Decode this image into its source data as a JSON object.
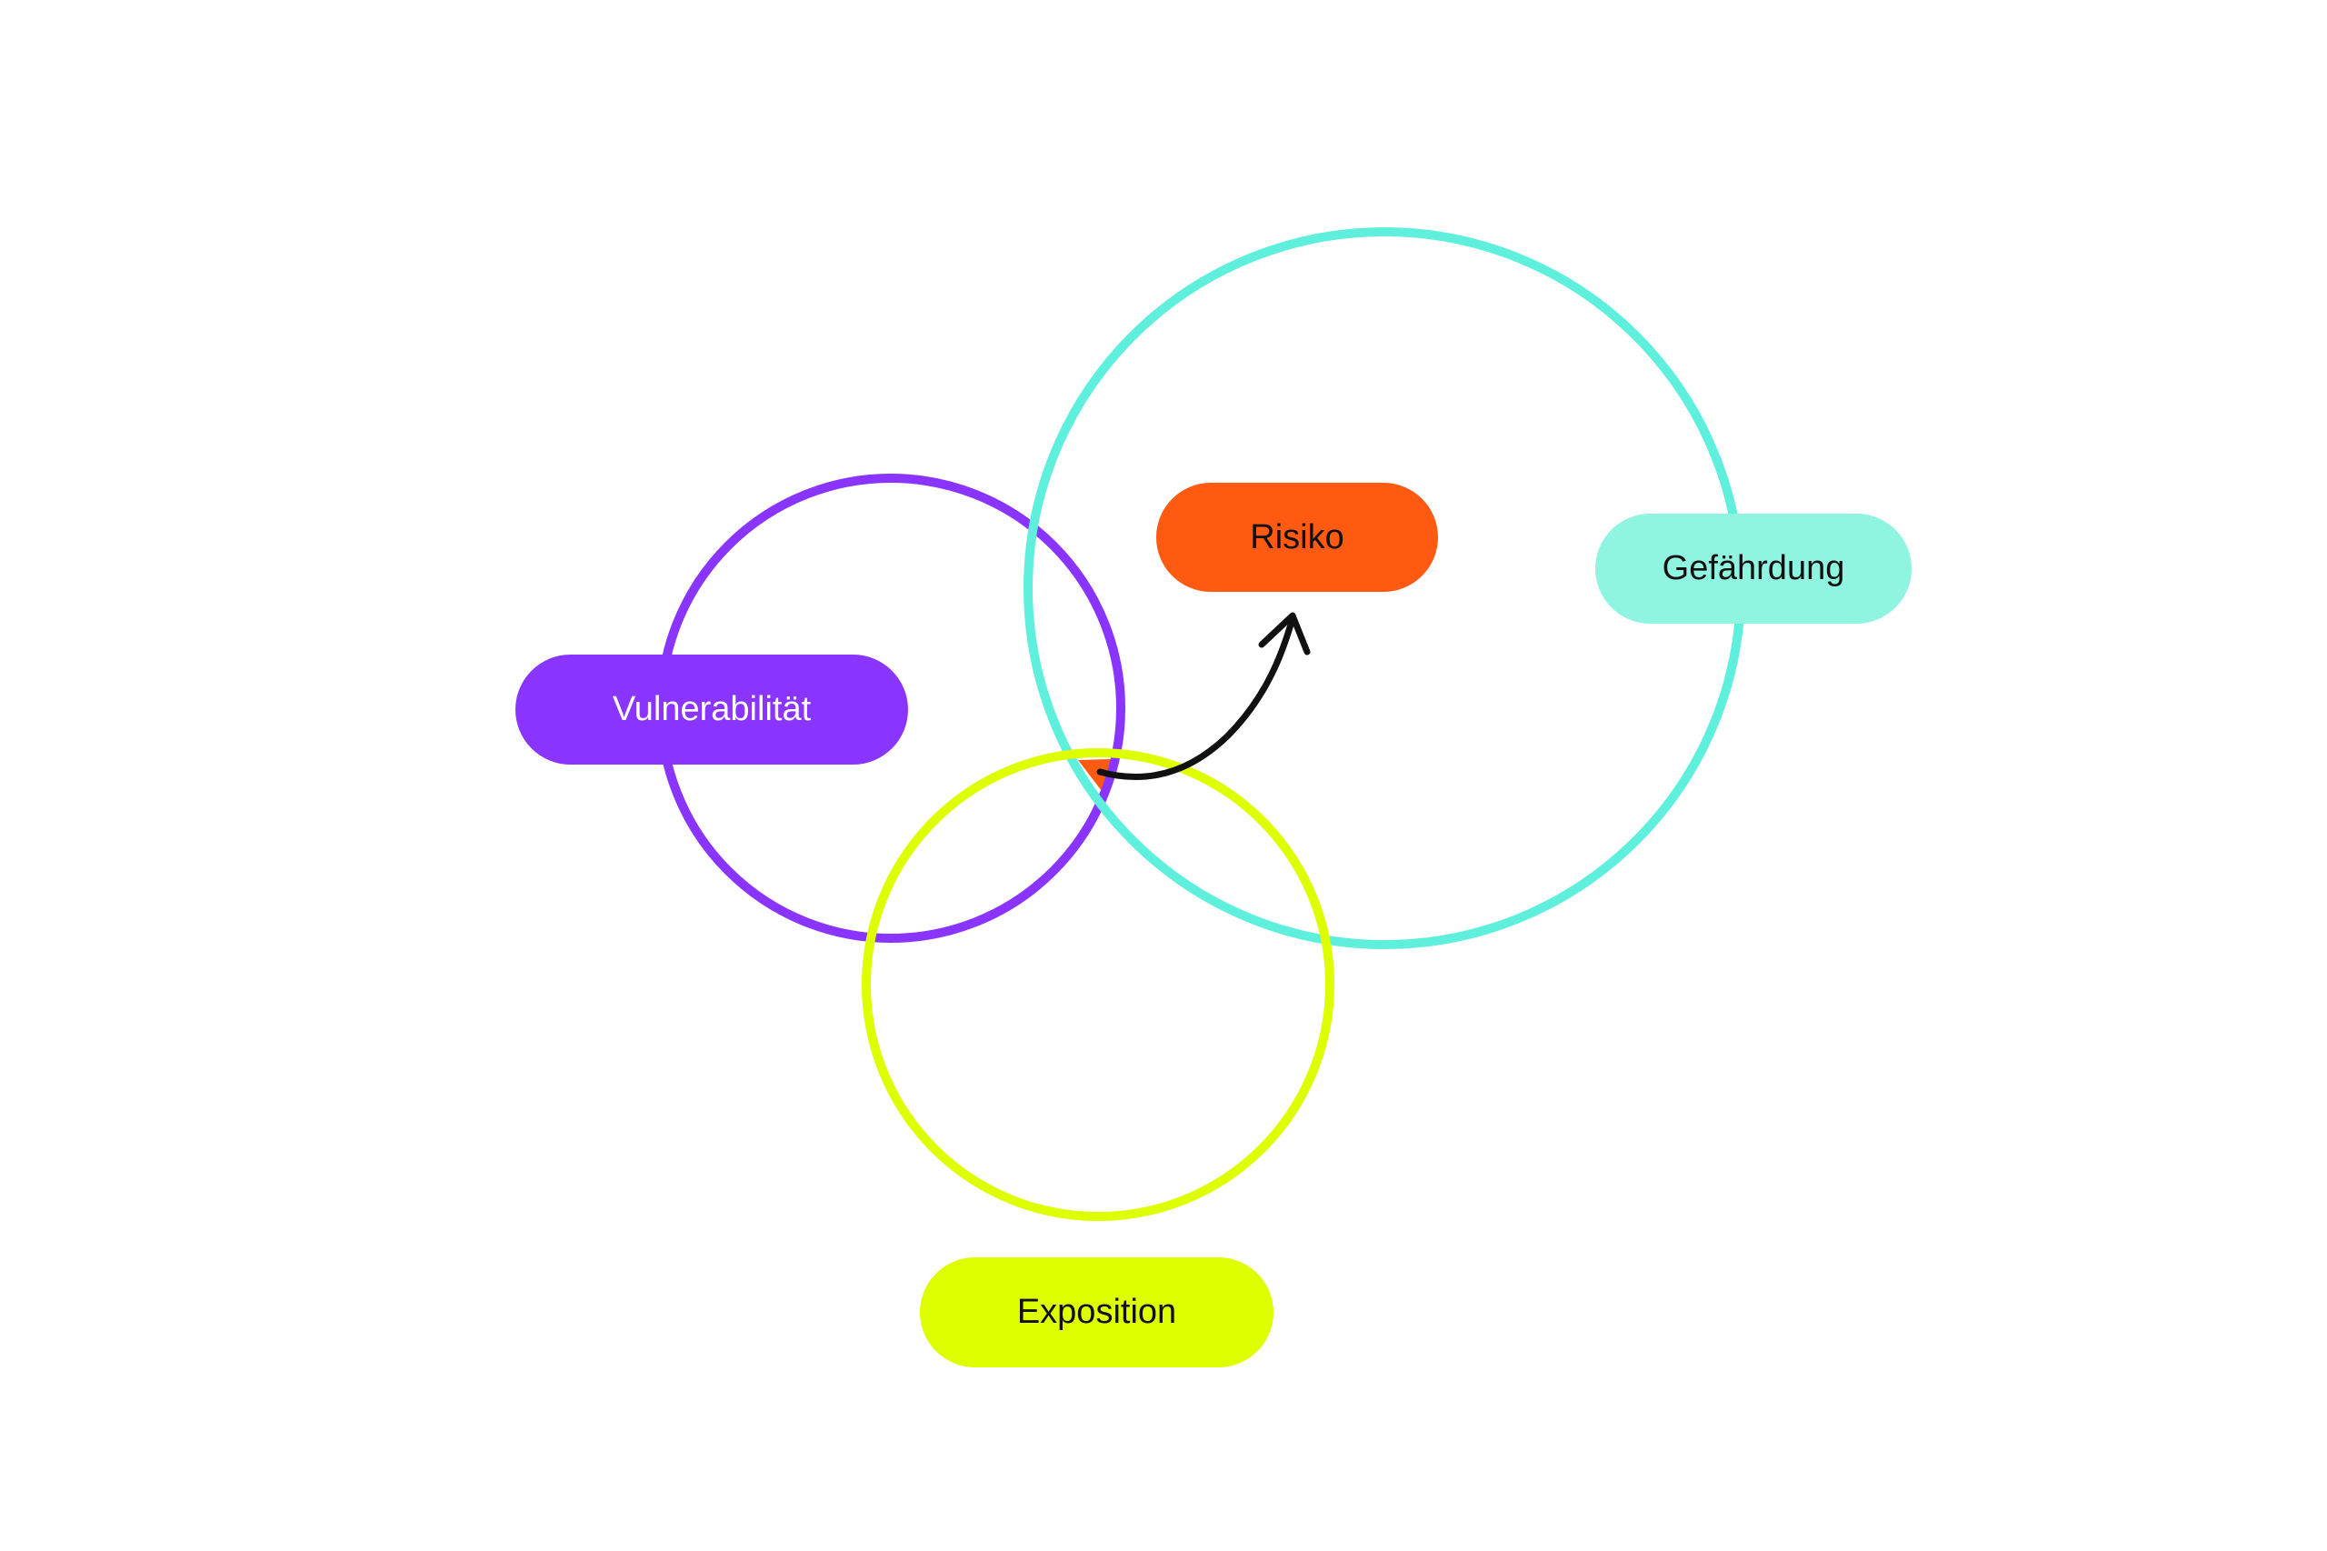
{
  "labels": {
    "vulnerability": "Vulnerabilität",
    "risk": "Risiko",
    "hazard": "Gefährdung",
    "exposure": "Exposition"
  },
  "colors": {
    "vulnerability": "#8a35ff",
    "risk": "#ff5a12",
    "hazard": "#5ef0dc",
    "hazard_pill": "#8ff5e0",
    "exposure": "#ddff00",
    "arrow": "#111111"
  }
}
